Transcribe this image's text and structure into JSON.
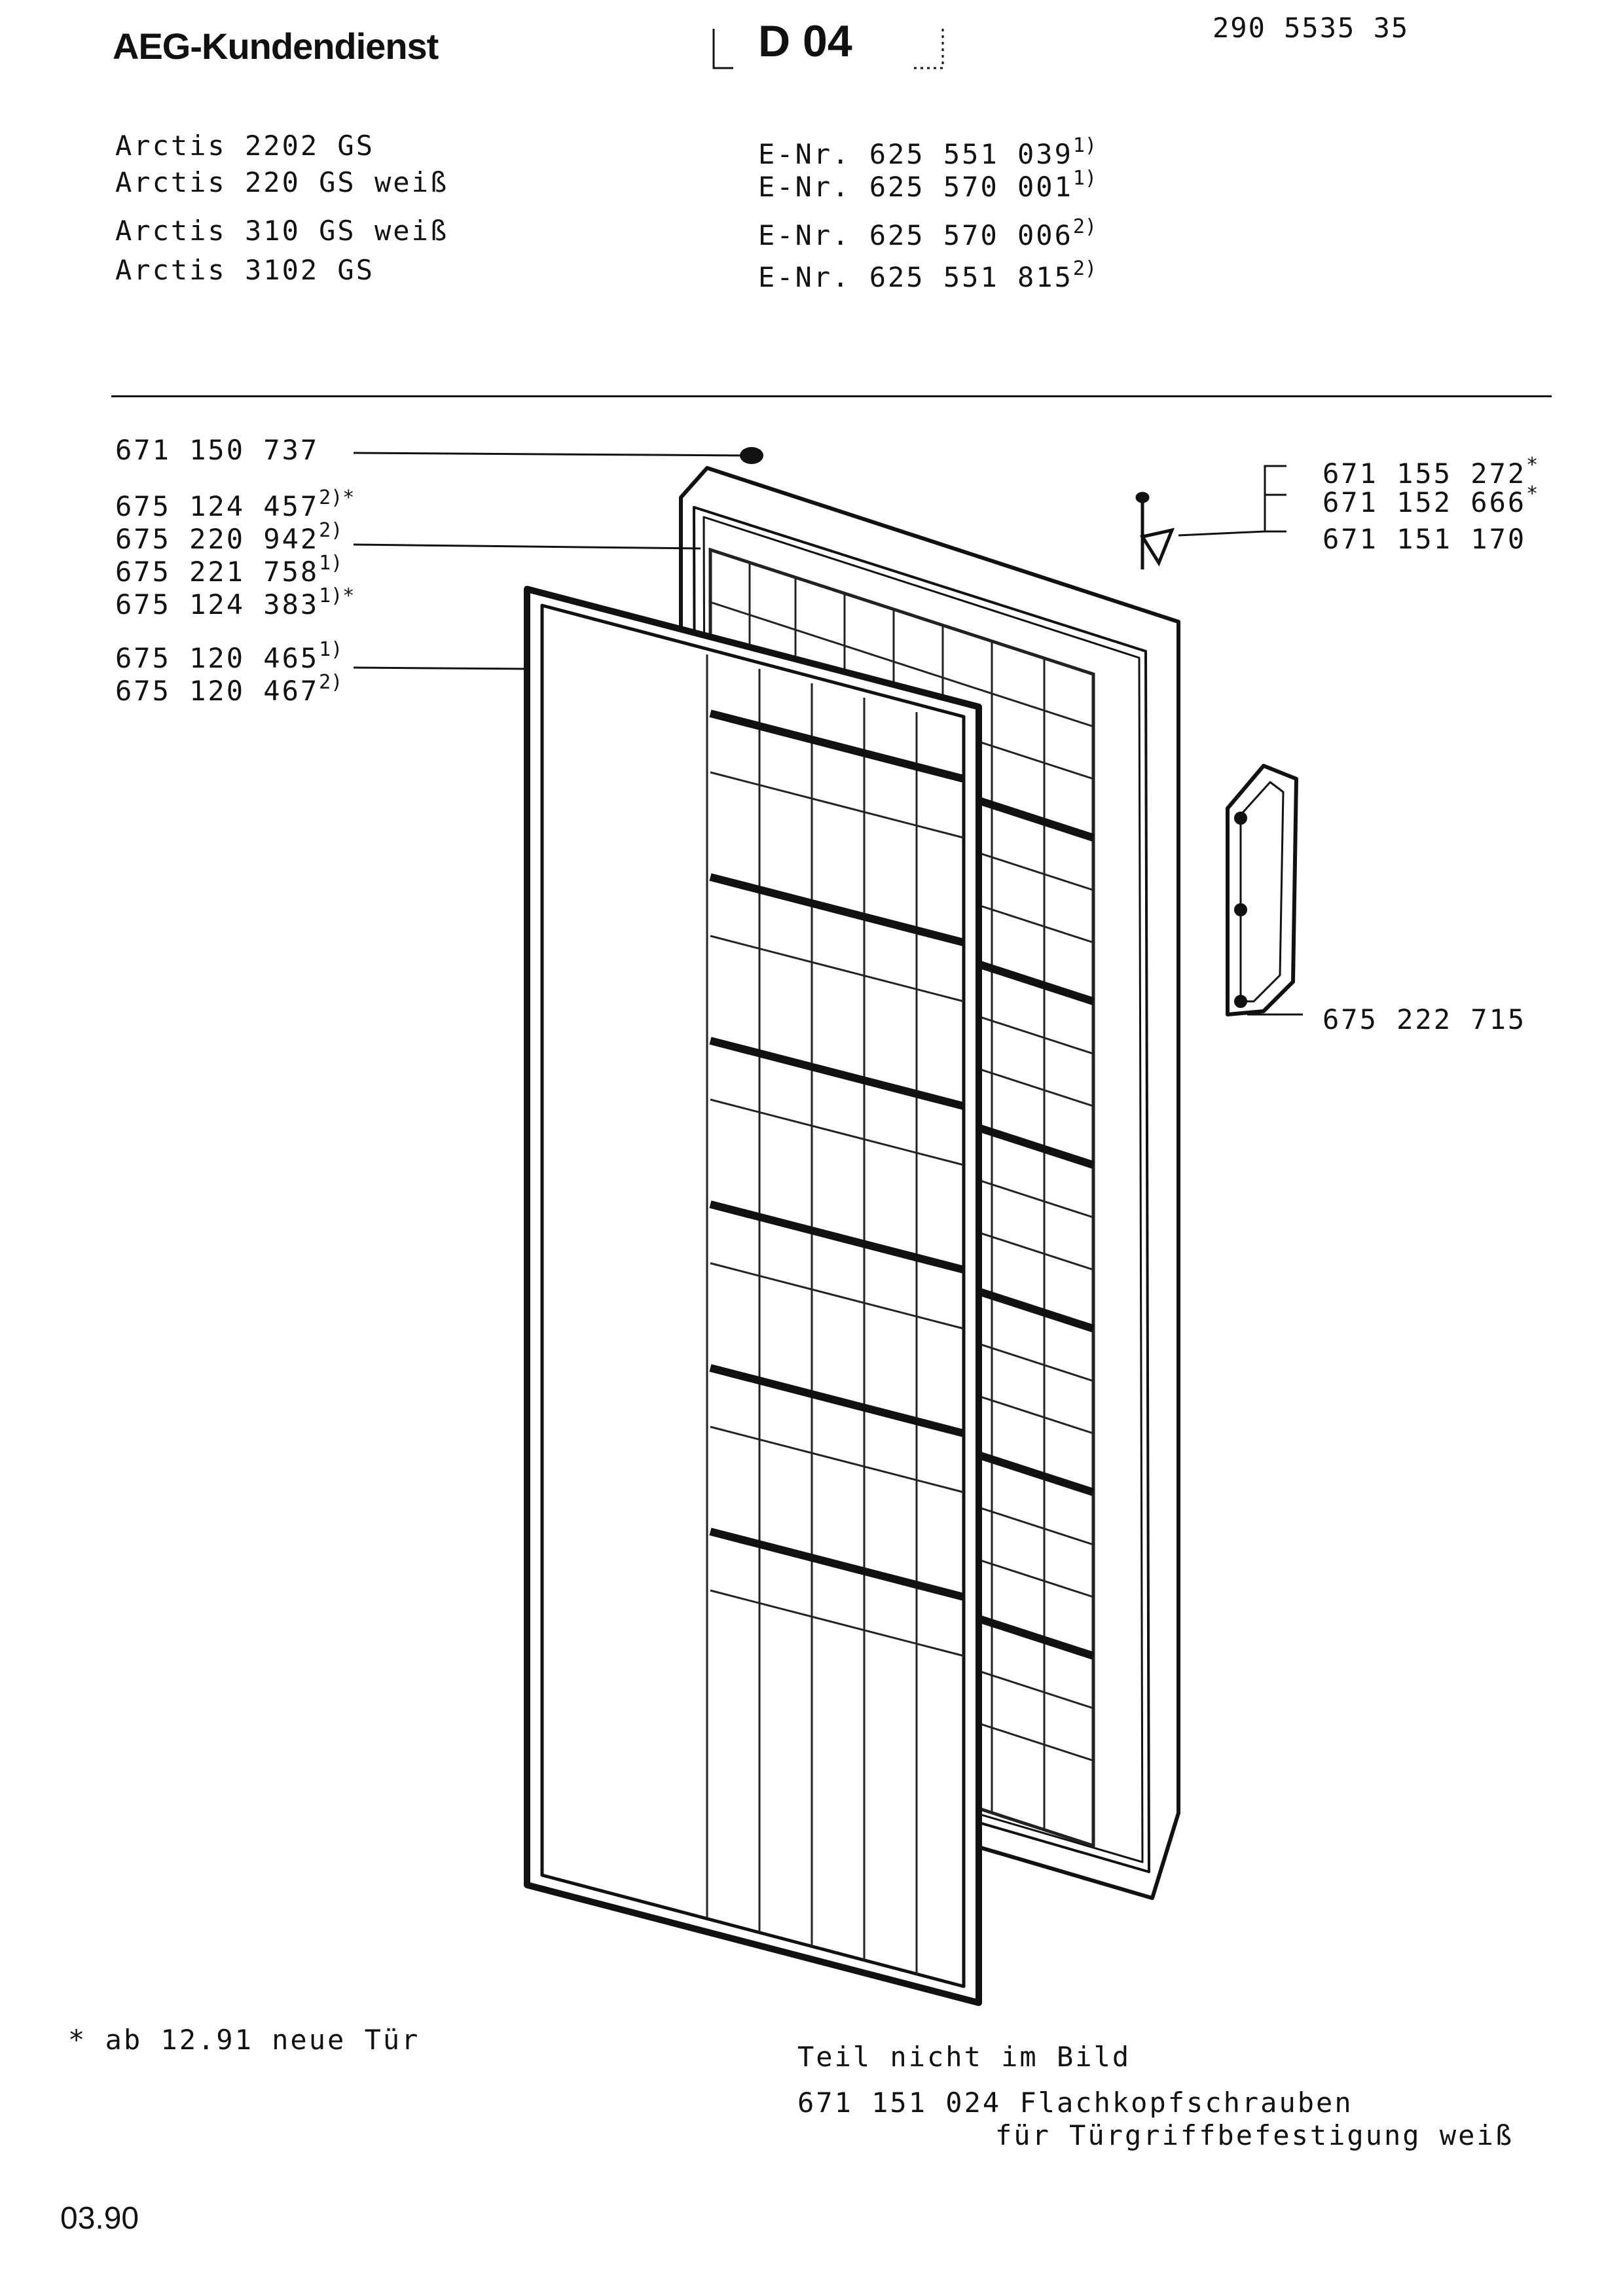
{
  "header": {
    "brand": "AEG-Kundendienst",
    "section_code": "D 04",
    "document_number": "290 5535 35"
  },
  "models": [
    {
      "name": "Arctis 2202 GS",
      "enr_prefix": "E-Nr.",
      "enr": "625 551 039",
      "note": "1)"
    },
    {
      "name": "Arctis 220 GS weiß",
      "enr_prefix": "E-Nr.",
      "enr": "625 570 001",
      "note": "1)"
    },
    {
      "name": "Arctis 310 GS weiß",
      "enr_prefix": "E-Nr.",
      "enr": "625 570 006",
      "note": "2)"
    },
    {
      "name": "Arctis 3102 GS",
      "enr_prefix": "E-Nr.",
      "enr": "625 551 815",
      "note": "2)"
    }
  ],
  "parts_left": [
    {
      "number": "671 150 737",
      "note": ""
    },
    {
      "number": "675 124 457",
      "note": "2)*"
    },
    {
      "number": "675 220 942",
      "note": "2)"
    },
    {
      "number": "675 221 758",
      "note": "1)"
    },
    {
      "number": "675 124 383",
      "note": "1)*"
    },
    {
      "number": "675 120 465",
      "note": "1)"
    },
    {
      "number": "675 120 467",
      "note": "2)"
    }
  ],
  "parts_right": [
    {
      "number": "671 155 272",
      "note": "*"
    },
    {
      "number": "671 152 666",
      "note": "*"
    },
    {
      "number": "671 151 170",
      "note": ""
    },
    {
      "number": "675 222 715",
      "note": ""
    }
  ],
  "footnote": "* ab 12.91 neue Tür",
  "not_shown": {
    "heading": "Teil nicht im Bild",
    "part_number": "671 151 024",
    "line1": "Flachkopfschrauben",
    "line2": "für Türgriffbefestigung weiß"
  },
  "date": "03.90"
}
